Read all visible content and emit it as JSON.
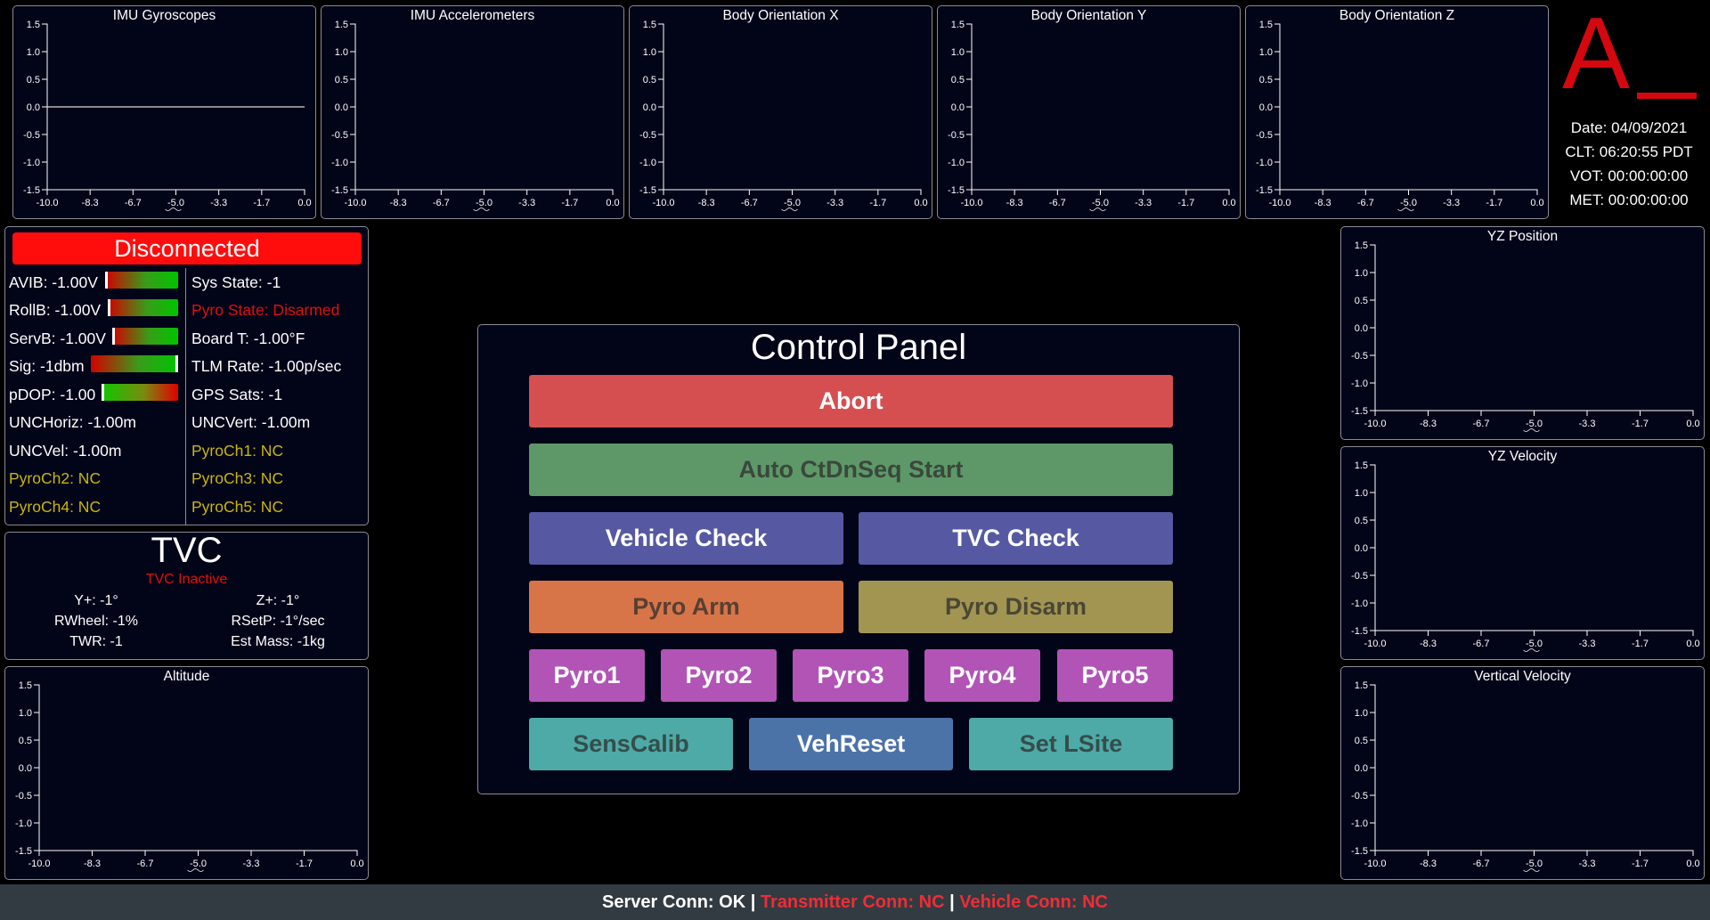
{
  "mini_charts": [
    {
      "id": "imu-gyroscopes",
      "title": "IMU Gyroscopes",
      "has_series": true
    },
    {
      "id": "imu-accelerometers",
      "title": "IMU Accelerometers",
      "has_series": false
    },
    {
      "id": "body-orientation-x",
      "title": "Body Orientation X",
      "has_series": false
    },
    {
      "id": "body-orientation-y",
      "title": "Body Orientation Y",
      "has_series": false
    },
    {
      "id": "body-orientation-z",
      "title": "Body Orientation Z",
      "has_series": false
    },
    {
      "id": "yz-position",
      "title": "YZ Position",
      "has_series": false
    },
    {
      "id": "yz-velocity",
      "title": "YZ Velocity",
      "has_series": false
    },
    {
      "id": "vertical-velocity",
      "title": "Vertical Velocity",
      "has_series": false
    },
    {
      "id": "altitude",
      "title": "Altitude",
      "has_series": false
    }
  ],
  "chart_data": [
    {
      "type": "line",
      "title": "IMU Gyroscopes",
      "ylim": [
        -1.5,
        1.5
      ],
      "xlim": [
        -10,
        0
      ],
      "yticks": [
        "1.5",
        "1.0",
        "0.5",
        "0.0",
        "-0.5",
        "-1.0",
        "-1.5"
      ],
      "xticks": [
        "-10.0",
        "-8.3",
        "-6.7",
        "-5.0",
        "-3.3",
        "-1.7",
        "0.0"
      ],
      "series": [
        {
          "x": [
            -10,
            0
          ],
          "y": [
            0,
            0
          ]
        }
      ]
    },
    {
      "type": "line",
      "title": "IMU Accelerometers",
      "ylim": [
        -1.5,
        1.5
      ],
      "xlim": [
        -10,
        0
      ],
      "yticks": [
        "1.5",
        "1.0",
        "0.5",
        "0.0",
        "-0.5",
        "-1.0",
        "-1.5"
      ],
      "xticks": [
        "-10.0",
        "-8.3",
        "-6.7",
        "-5.0",
        "-3.3",
        "-1.7",
        "0.0"
      ],
      "series": []
    },
    {
      "type": "line",
      "title": "Body Orientation X",
      "ylim": [
        -1.5,
        1.5
      ],
      "xlim": [
        -10,
        0
      ],
      "yticks": [
        "1.5",
        "1.0",
        "0.5",
        "0.0",
        "-0.5",
        "-1.0",
        "-1.5"
      ],
      "xticks": [
        "-10.0",
        "-8.3",
        "-6.7",
        "-5.0",
        "-3.3",
        "-1.7",
        "0.0"
      ],
      "series": []
    },
    {
      "type": "line",
      "title": "Body Orientation Y",
      "ylim": [
        -1.5,
        1.5
      ],
      "xlim": [
        -10,
        0
      ],
      "yticks": [
        "1.5",
        "1.0",
        "0.5",
        "0.0",
        "-0.5",
        "-1.0",
        "-1.5"
      ],
      "xticks": [
        "-10.0",
        "-8.3",
        "-6.7",
        "-5.0",
        "-3.3",
        "-1.7",
        "0.0"
      ],
      "series": []
    },
    {
      "type": "line",
      "title": "Body Orientation Z",
      "ylim": [
        -1.5,
        1.5
      ],
      "xlim": [
        -10,
        0
      ],
      "yticks": [
        "1.5",
        "1.0",
        "0.5",
        "0.0",
        "-0.5",
        "-1.0",
        "-1.5"
      ],
      "xticks": [
        "-10.0",
        "-8.3",
        "-6.7",
        "-5.0",
        "-3.3",
        "-1.7",
        "0.0"
      ],
      "series": []
    },
    {
      "type": "line",
      "title": "YZ Position",
      "ylim": [
        -1.5,
        1.5
      ],
      "xlim": [
        -10,
        0
      ],
      "yticks": [
        "1.5",
        "1.0",
        "0.5",
        "0.0",
        "-0.5",
        "-1.0",
        "-1.5"
      ],
      "xticks": [
        "-10.0",
        "-8.3",
        "-6.7",
        "-5.0",
        "-3.3",
        "-1.7",
        "0.0"
      ],
      "series": []
    },
    {
      "type": "line",
      "title": "YZ Velocity",
      "ylim": [
        -1.5,
        1.5
      ],
      "xlim": [
        -10,
        0
      ],
      "yticks": [
        "1.5",
        "1.0",
        "0.5",
        "0.0",
        "-0.5",
        "-1.0",
        "-1.5"
      ],
      "xticks": [
        "-10.0",
        "-8.3",
        "-6.7",
        "-5.0",
        "-3.3",
        "-1.7",
        "0.0"
      ],
      "series": []
    },
    {
      "type": "line",
      "title": "Vertical Velocity",
      "ylim": [
        -1.5,
        1.5
      ],
      "xlim": [
        -10,
        0
      ],
      "yticks": [
        "1.5",
        "1.0",
        "0.5",
        "0.0",
        "-0.5",
        "-1.0",
        "-1.5"
      ],
      "xticks": [
        "-10.0",
        "-8.3",
        "-6.7",
        "-5.0",
        "-3.3",
        "-1.7",
        "0.0"
      ],
      "series": []
    },
    {
      "type": "line",
      "title": "Altitude",
      "ylim": [
        -1.5,
        1.5
      ],
      "xlim": [
        -10,
        0
      ],
      "yticks": [
        "1.5",
        "1.0",
        "0.5",
        "0.0",
        "-0.5",
        "-1.0",
        "-1.5"
      ],
      "xticks": [
        "-10.0",
        "-8.3",
        "-6.7",
        "-5.0",
        "-3.3",
        "-1.7",
        "0.0"
      ],
      "series": []
    }
  ],
  "logo": {
    "letter": "A",
    "color": "#d4080e"
  },
  "clock": {
    "date": "Date: 04/09/2021",
    "clt": "CLT: 06:20:55 PDT",
    "vot": "VOT: 00:00:00:00",
    "met": "MET: 00:00:00:00"
  },
  "telemetry": {
    "status": "Disconnected",
    "status_color": "#ff0d0d",
    "gauges": {
      "avib": 0.0,
      "rollb": 0.0,
      "servb": 0.0,
      "sig": 1.0,
      "pdop": 0.0
    },
    "left": {
      "avib": "AVIB: -1.00V",
      "rollb": "RollB: -1.00V",
      "servb": "ServB: -1.00V",
      "sig": "Sig: -1dbm",
      "pdop": "pDOP: -1.00",
      "unchoriz": "UNCHoriz: -1.00m",
      "uncvel": "UNCVel: -1.00m",
      "pyroch2": "PyroCh2: NC",
      "pyroch4": "PyroCh4: NC"
    },
    "right": {
      "sys_state": "Sys State: -1",
      "pyro_state": "Pyro State: Disarmed",
      "board_t": "Board T: -1.00°F",
      "tlm_rate": "TLM Rate: -1.00p/sec",
      "gps_sats": "GPS Sats: -1",
      "uncvert": "UNCVert: -1.00m",
      "pyroch1": "PyroCh1: NC",
      "pyroch3": "PyroCh3: NC",
      "pyroch5": "PyroCh5: NC"
    }
  },
  "tvc": {
    "title": "TVC",
    "status": "TVC Inactive",
    "yplus": "Y+: -1°",
    "zplus": "Z+: -1°",
    "rwheel": "RWheel: -1%",
    "rsetp": "RSetP: -1°/sec",
    "twr": "TWR: -1",
    "est_mass": "Est Mass: -1kg"
  },
  "control_panel": {
    "title": "Control Panel",
    "buttons": {
      "abort": "Abort",
      "auto_seq": "Auto CtDnSeq Start",
      "vehicle_check": "Vehicle Check",
      "tvc_check": "TVC Check",
      "pyro_arm": "Pyro Arm",
      "pyro_disarm": "Pyro Disarm",
      "pyro1": "Pyro1",
      "pyro2": "Pyro2",
      "pyro3": "Pyro3",
      "pyro4": "Pyro4",
      "pyro5": "Pyro5",
      "sens_calib": "SensCalib",
      "veh_reset": "VehReset",
      "set_lsite": "Set LSite"
    },
    "colors": {
      "abort": "#d54f51",
      "auto_seq": "#5e9868",
      "vehicle_check": "#5659a2",
      "tvc_check": "#5659a2",
      "pyro_arm": "#d87548",
      "pyro_disarm": "#a29551",
      "pyro": "#b154b6",
      "sens_calib": "#4eaaa6",
      "veh_reset": "#4c73a8",
      "set_lsite": "#4eaaa6"
    }
  },
  "footer": {
    "server": "Server Conn: OK",
    "sep": " | ",
    "transmitter": "Transmitter Conn: NC",
    "vehicle": "Vehicle Conn: NC",
    "ok_color": "#ffffff",
    "bad_color": "#ee2d37"
  }
}
